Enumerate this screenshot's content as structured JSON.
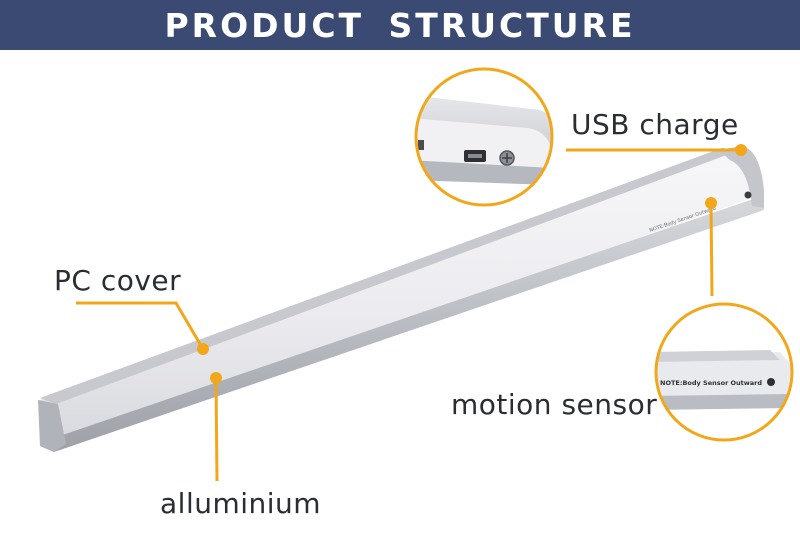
{
  "header": {
    "title": "PRODUCT  STRUCTURE"
  },
  "labels": {
    "usb_charge": "USB charge",
    "pc_cover": "PC cover",
    "motion_sensor": "motion sensor",
    "alluminium": "alluminium"
  },
  "product": {
    "sensor_note": "NOTE:Body Sensor Outward"
  },
  "colors": {
    "header_bg": "#3b4a73",
    "accent": "#f2a71b",
    "label_text": "#2a2d33"
  }
}
